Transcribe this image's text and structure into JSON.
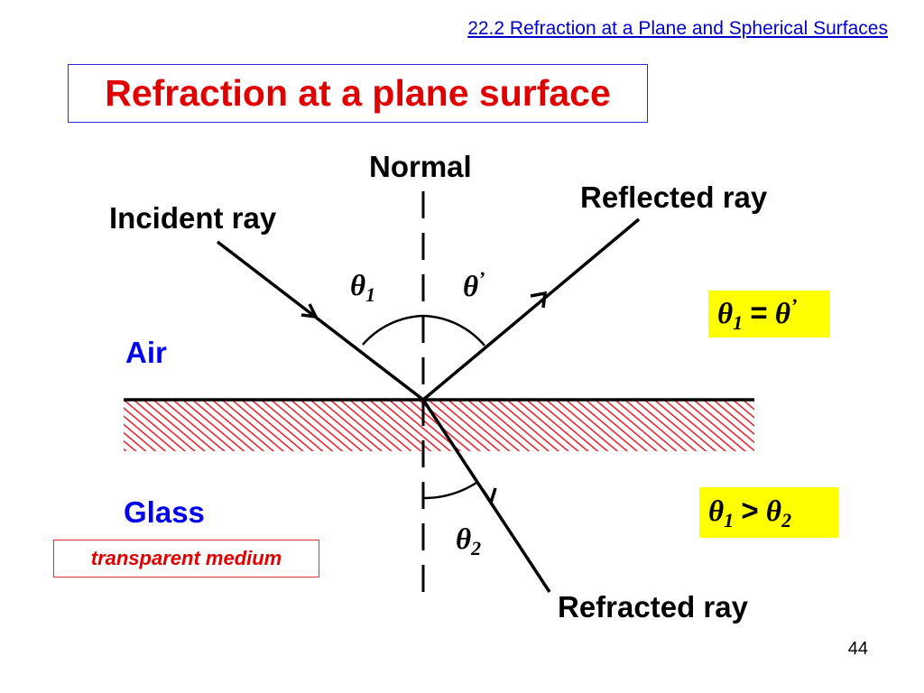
{
  "header": {
    "section_link": "22.2 Refraction at a Plane and Spherical Surfaces"
  },
  "slide": {
    "title": "Refraction at a plane surface",
    "page_number": "44"
  },
  "diagram": {
    "labels": {
      "normal": "Normal",
      "incident_ray": "Incident ray",
      "reflected_ray": "Reflected ray",
      "refracted_ray": "Refracted ray",
      "air": "Air",
      "glass": "Glass",
      "transparent_medium": "transparent medium"
    },
    "angles": {
      "theta1": {
        "symbol": "θ",
        "sub": "1"
      },
      "theta_prime": {
        "symbol": "θ",
        "sup": "’"
      },
      "theta2": {
        "symbol": "θ",
        "sub": "2"
      }
    },
    "equations": {
      "reflection": {
        "lhs": "θ",
        "lhs_sub": "1",
        "op": "=",
        "rhs": "θ",
        "rhs_sup": "’"
      },
      "refraction": {
        "lhs": "θ",
        "lhs_sub": "1",
        "op": ">",
        "rhs": "θ",
        "rhs_sub": "2"
      }
    },
    "colors": {
      "title_red": "#e00000",
      "medium_label_blue": "#0000ee",
      "hatch_red": "#ee1c24",
      "highlight_yellow": "#ffff00"
    }
  }
}
